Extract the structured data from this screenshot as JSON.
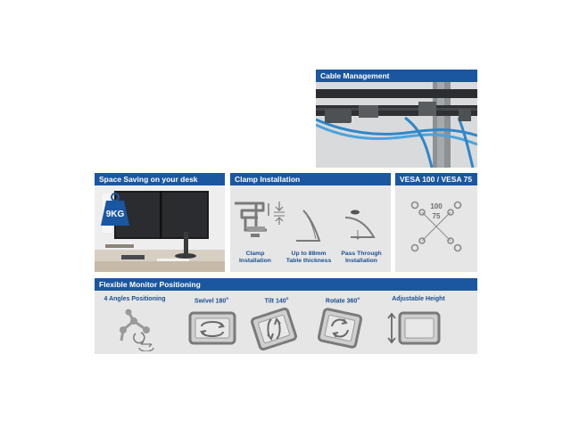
{
  "cable_panel": {
    "title": "Cable Management"
  },
  "space_panel": {
    "title": "Space Saving on your desk",
    "weight_badge": "9KG"
  },
  "clamp_panel": {
    "title": "Clamp Installation",
    "items": [
      {
        "line1": "Clamp",
        "line2": "Installation"
      },
      {
        "line1": "Up to 88mm",
        "line2": "Table thickness"
      },
      {
        "line1": "Pass Through",
        "line2": "Installation"
      }
    ]
  },
  "vesa_panel": {
    "title": "VESA 100 / VESA 75",
    "label_large": "100",
    "label_small": "75"
  },
  "flex_panel": {
    "title": "Flexible Monitor Positioning",
    "items": [
      {
        "label": "4 Angles Positioning",
        "icon": "arm-positions-icon"
      },
      {
        "label": "Swivel 180",
        "unit": "o",
        "icon": "swivel-icon"
      },
      {
        "label": "Tilt 140",
        "unit": "o",
        "icon": "tilt-icon"
      },
      {
        "label": "Rotate 360",
        "unit": "o",
        "icon": "rotate-icon"
      },
      {
        "label": "Adjustable Height",
        "icon": "height-adjust-icon"
      }
    ]
  },
  "colors": {
    "header_blue": "#1a57a0",
    "caption_blue": "#1a4f8f",
    "panel_gray": "#e6e6e6"
  }
}
